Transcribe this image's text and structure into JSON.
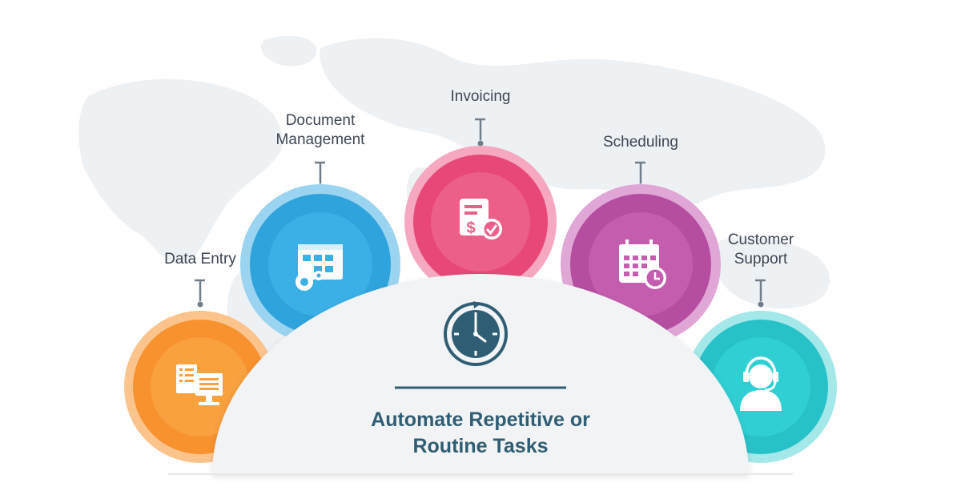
{
  "central": {
    "title_line1": "Automate Repetitive or",
    "title_line2": "Routine Tasks",
    "icon": "clock-icon",
    "color": "#2f5d73"
  },
  "items": [
    {
      "label": "Data Entry",
      "icon": "data-entry-icon",
      "color": "#f7922e"
    },
    {
      "label_line1": "Document",
      "label_line2": "Management",
      "icon": "document-management-icon",
      "color": "#2ea3dc"
    },
    {
      "label": "Invoicing",
      "icon": "invoice-icon",
      "color": "#e84877"
    },
    {
      "label": "Scheduling",
      "icon": "calendar-clock-icon",
      "color": "#b54ea0"
    },
    {
      "label_line1": "Customer",
      "label_line2": "Support",
      "icon": "headset-agent-icon",
      "color": "#27c2c8"
    }
  ]
}
